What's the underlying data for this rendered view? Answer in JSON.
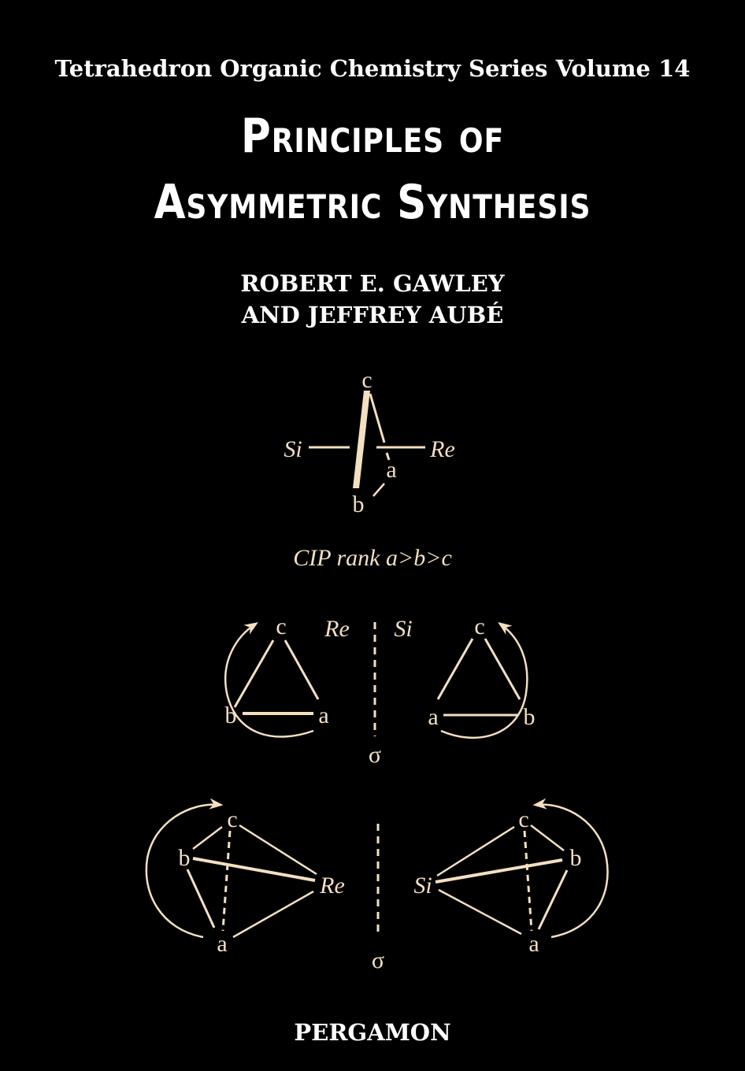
{
  "cover": {
    "series": "Tetrahedron Organic Chemistry Series Volume 14",
    "title_line1": "Principles of",
    "title_line2": "Asymmetric Synthesis",
    "authors": [
      "ROBERT E. GAWLEY",
      "AND JEFFREY AUBÉ"
    ],
    "publisher": "PERGAMON"
  },
  "colors": {
    "background": "#000000",
    "text": "#ffffff",
    "diagram": "#f4dfbf"
  },
  "diagram_top": {
    "labels": {
      "left": "Si",
      "right": "Re",
      "top": "c",
      "a": "a",
      "b": "b"
    },
    "caption": "CIP rank a>b>c"
  },
  "diagram_middle": {
    "left": {
      "face": "Re",
      "c": "c",
      "b": "b",
      "a": "a"
    },
    "right": {
      "face": "Si",
      "c": "c",
      "a": "a",
      "b": "b"
    },
    "mirror_label": "σ"
  },
  "diagram_bottom": {
    "left": {
      "center": "Re",
      "c": "c",
      "b": "b",
      "a": "a"
    },
    "right": {
      "center": "Si",
      "c": "c",
      "b": "b",
      "a": "a"
    },
    "mirror_label": "σ"
  }
}
